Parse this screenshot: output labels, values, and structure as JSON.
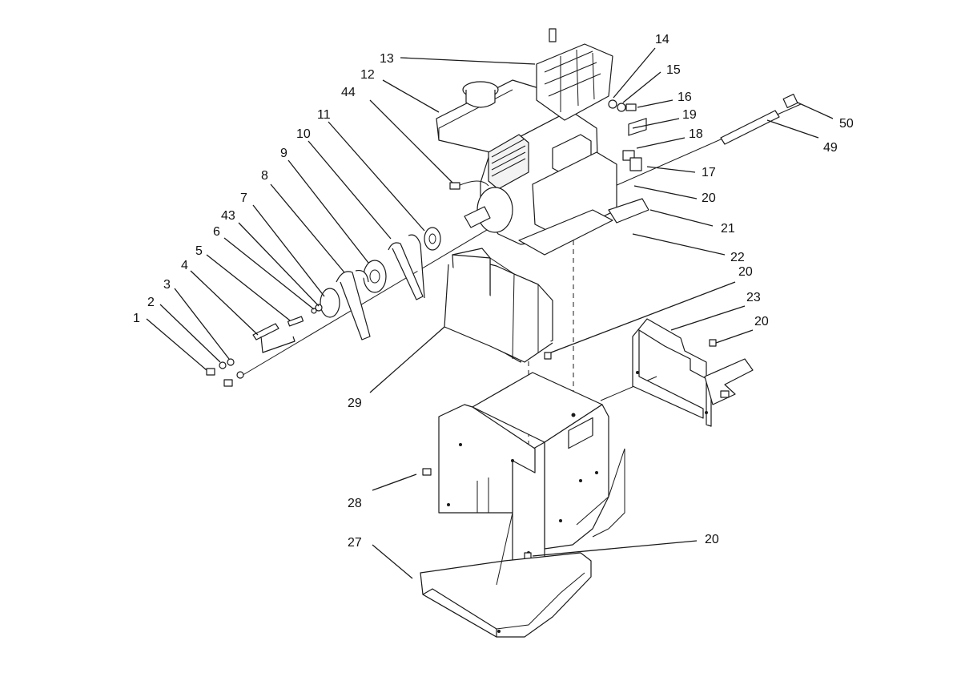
{
  "diagram": {
    "callouts": [
      {
        "id": "c1",
        "label": "1"
      },
      {
        "id": "c2",
        "label": "2"
      },
      {
        "id": "c3",
        "label": "3"
      },
      {
        "id": "c4",
        "label": "4"
      },
      {
        "id": "c5",
        "label": "5"
      },
      {
        "id": "c6",
        "label": "6"
      },
      {
        "id": "c43",
        "label": "43"
      },
      {
        "id": "c7",
        "label": "7"
      },
      {
        "id": "c8",
        "label": "8"
      },
      {
        "id": "c9",
        "label": "9"
      },
      {
        "id": "c10",
        "label": "10"
      },
      {
        "id": "c11",
        "label": "11"
      },
      {
        "id": "c44",
        "label": "44"
      },
      {
        "id": "c12",
        "label": "12"
      },
      {
        "id": "c13",
        "label": "13"
      },
      {
        "id": "c14",
        "label": "14"
      },
      {
        "id": "c15",
        "label": "15"
      },
      {
        "id": "c16",
        "label": "16"
      },
      {
        "id": "c19",
        "label": "19"
      },
      {
        "id": "c18",
        "label": "18"
      },
      {
        "id": "c17",
        "label": "17"
      },
      {
        "id": "c20a",
        "label": "20"
      },
      {
        "id": "c21",
        "label": "21"
      },
      {
        "id": "c22",
        "label": "22"
      },
      {
        "id": "c20b",
        "label": "20"
      },
      {
        "id": "c23",
        "label": "23"
      },
      {
        "id": "c20c",
        "label": "20"
      },
      {
        "id": "c50",
        "label": "50"
      },
      {
        "id": "c49",
        "label": "49"
      },
      {
        "id": "c29",
        "label": "29"
      },
      {
        "id": "c28",
        "label": "28"
      },
      {
        "id": "c27",
        "label": "27"
      },
      {
        "id": "c20d",
        "label": "20"
      }
    ]
  }
}
